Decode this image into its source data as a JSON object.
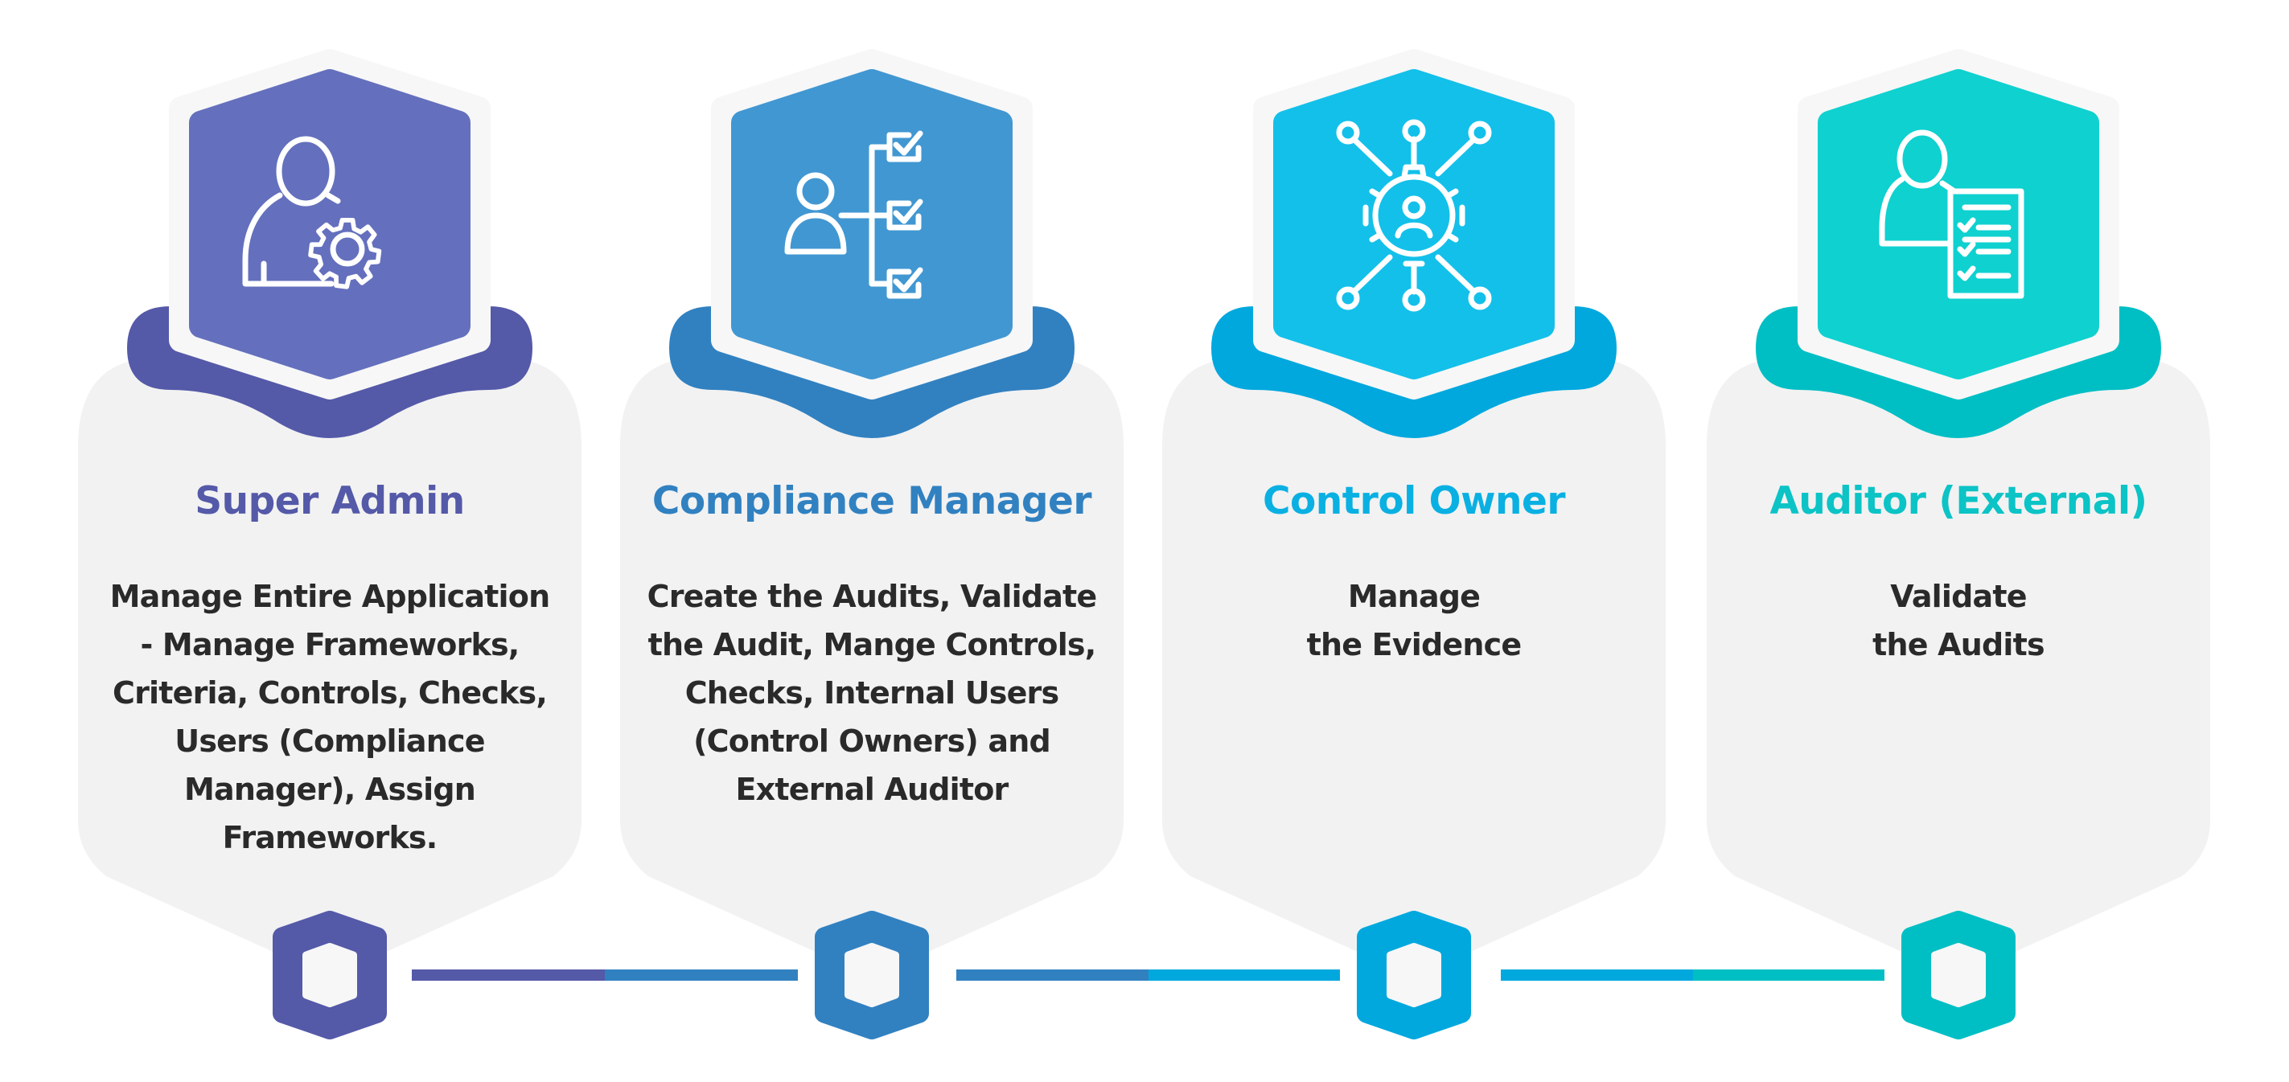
{
  "roles": [
    {
      "title": "Super Admin",
      "icon": "user-gear-icon",
      "description_lines": [
        "Manage Entire Application",
        "- Manage Frameworks,",
        "Criteria, Controls, Checks,",
        "Users (Compliance",
        "Manager), Assign",
        "Frameworks."
      ],
      "colors": {
        "dark": "#5459a8",
        "light": "#6470bd",
        "title": "#5459a8"
      }
    },
    {
      "title": "Compliance Manager",
      "icon": "user-checklist-tree-icon",
      "description_lines": [
        "Create the Audits, Validate",
        "the Audit, Mange Controls,",
        "Checks, Internal Users",
        "(Control Owners) and",
        "External Auditor"
      ],
      "colors": {
        "dark": "#3181c1",
        "light": "#4197d2",
        "title": "#3181c1"
      }
    },
    {
      "title": "Control Owner",
      "icon": "gear-network-icon",
      "description_lines": [
        "Manage",
        "the Evidence"
      ],
      "colors": {
        "dark": "#00a8de",
        "light": "#13c0ea",
        "title": "#0ab0e2"
      }
    },
    {
      "title": "Auditor (External)",
      "icon": "user-clipboard-icon",
      "description_lines": [
        "Validate",
        "the Audits"
      ],
      "colors": {
        "dark": "#00bfc4",
        "light": "#0fd1d0",
        "title": "#0cc3c6"
      }
    }
  ],
  "card_color": "#f2f2f2",
  "hex_border_color": "#f7f7f7"
}
